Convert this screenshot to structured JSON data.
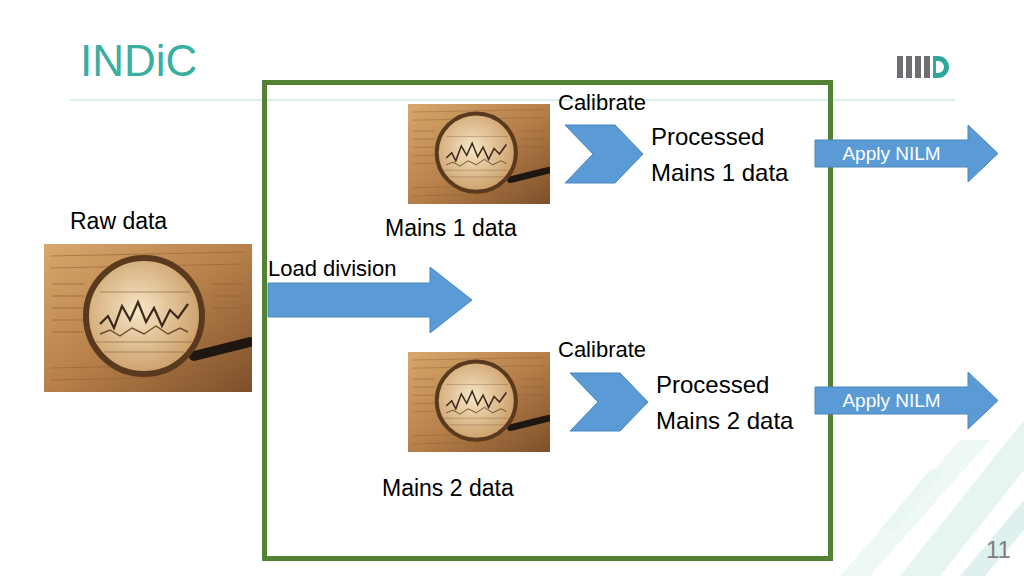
{
  "diagram": {
    "title": "INDiC",
    "nodes": [
      {
        "text": [
          "Raw data"
        ]
      },
      {
        "text": [
          "Load division"
        ]
      },
      {
        "text": [
          "Mains 1 data"
        ]
      },
      {
        "text": [
          "Calibrate"
        ]
      },
      {
        "text": [
          "Apply NILM"
        ]
      },
      {
        "text": [
          "Mains 2 data"
        ]
      },
      {
        "text": [
          "Calibrate"
        ]
      },
      {
        "text": [
          "Apply NILM"
        ]
      }
    ],
    "labels": [
      "Processed Mains 1 data",
      "Processed Mains 2 data",
      "11"
    ]
  }
}
